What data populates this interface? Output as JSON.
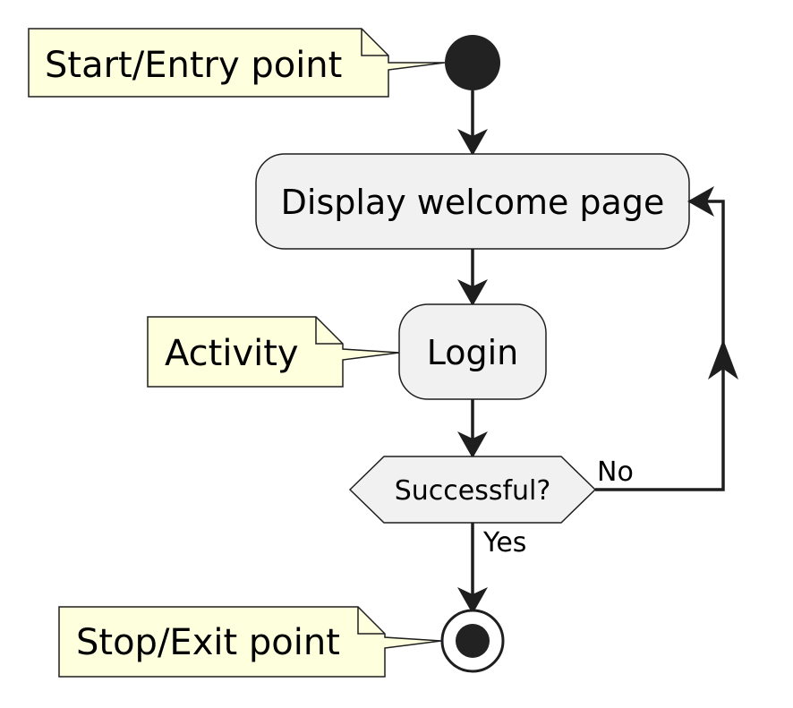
{
  "diagram": {
    "colors": {
      "line": "#1e1e1e",
      "node_fill": "#f1f1f1",
      "note_fill": "#feffdd",
      "start_fill": "#222222"
    },
    "nodes": {
      "start": {
        "note": "Start/Entry point"
      },
      "welcome": {
        "label": "Display welcome page"
      },
      "login": {
        "label": "Login",
        "note": "Activity"
      },
      "decision": {
        "label": "Successful?"
      },
      "stop": {
        "note": "Stop/Exit point"
      }
    },
    "edges": {
      "decision_no": {
        "label": "No"
      },
      "decision_yes": {
        "label": "Yes"
      }
    }
  }
}
